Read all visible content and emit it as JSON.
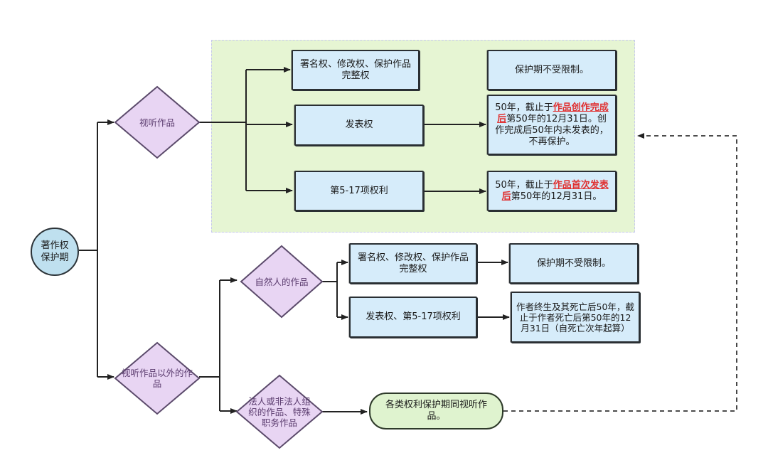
{
  "root": {
    "label": "著作权\n保护期"
  },
  "av": {
    "label": "视听作品",
    "r1": {
      "right": "署名权、修改权、保护作品完整权",
      "term": "保护期不受限制。"
    },
    "r2": {
      "right": "发表权",
      "term_a": "50年，截止于",
      "term_hl": "作品创作完成后",
      "term_b": "第50年的12月31日。创作完成后50年内未发表的，不再保护。"
    },
    "r3": {
      "right": "第5-17项权利",
      "term_a": "50年，截止于",
      "term_hl": "作品首次发表后",
      "term_b": "第50年的12月31日。"
    }
  },
  "non_av": {
    "label": "视听作品以外的作品",
    "natural": {
      "label": "自然人的作品",
      "r1": {
        "right": "署名权、修改权、保护作品完整权",
        "term": "保护期不受限制。"
      },
      "r2": {
        "right": "发表权、第5-17项权利",
        "term": "作者终生及其死亡后50年，截止于作者死亡后第50年的12月31日（自死亡次年起算）"
      }
    },
    "legal": {
      "label": "法人或非法人组织的作品、特殊职务作品",
      "result": "各类权利保护期同视听作品。"
    }
  },
  "colors": {
    "region": "#e6f5d3",
    "box": "#d6ecfa",
    "diamond": "#e8d5f3",
    "pill": "#dff3cf",
    "highlight": "#e02f2f"
  }
}
